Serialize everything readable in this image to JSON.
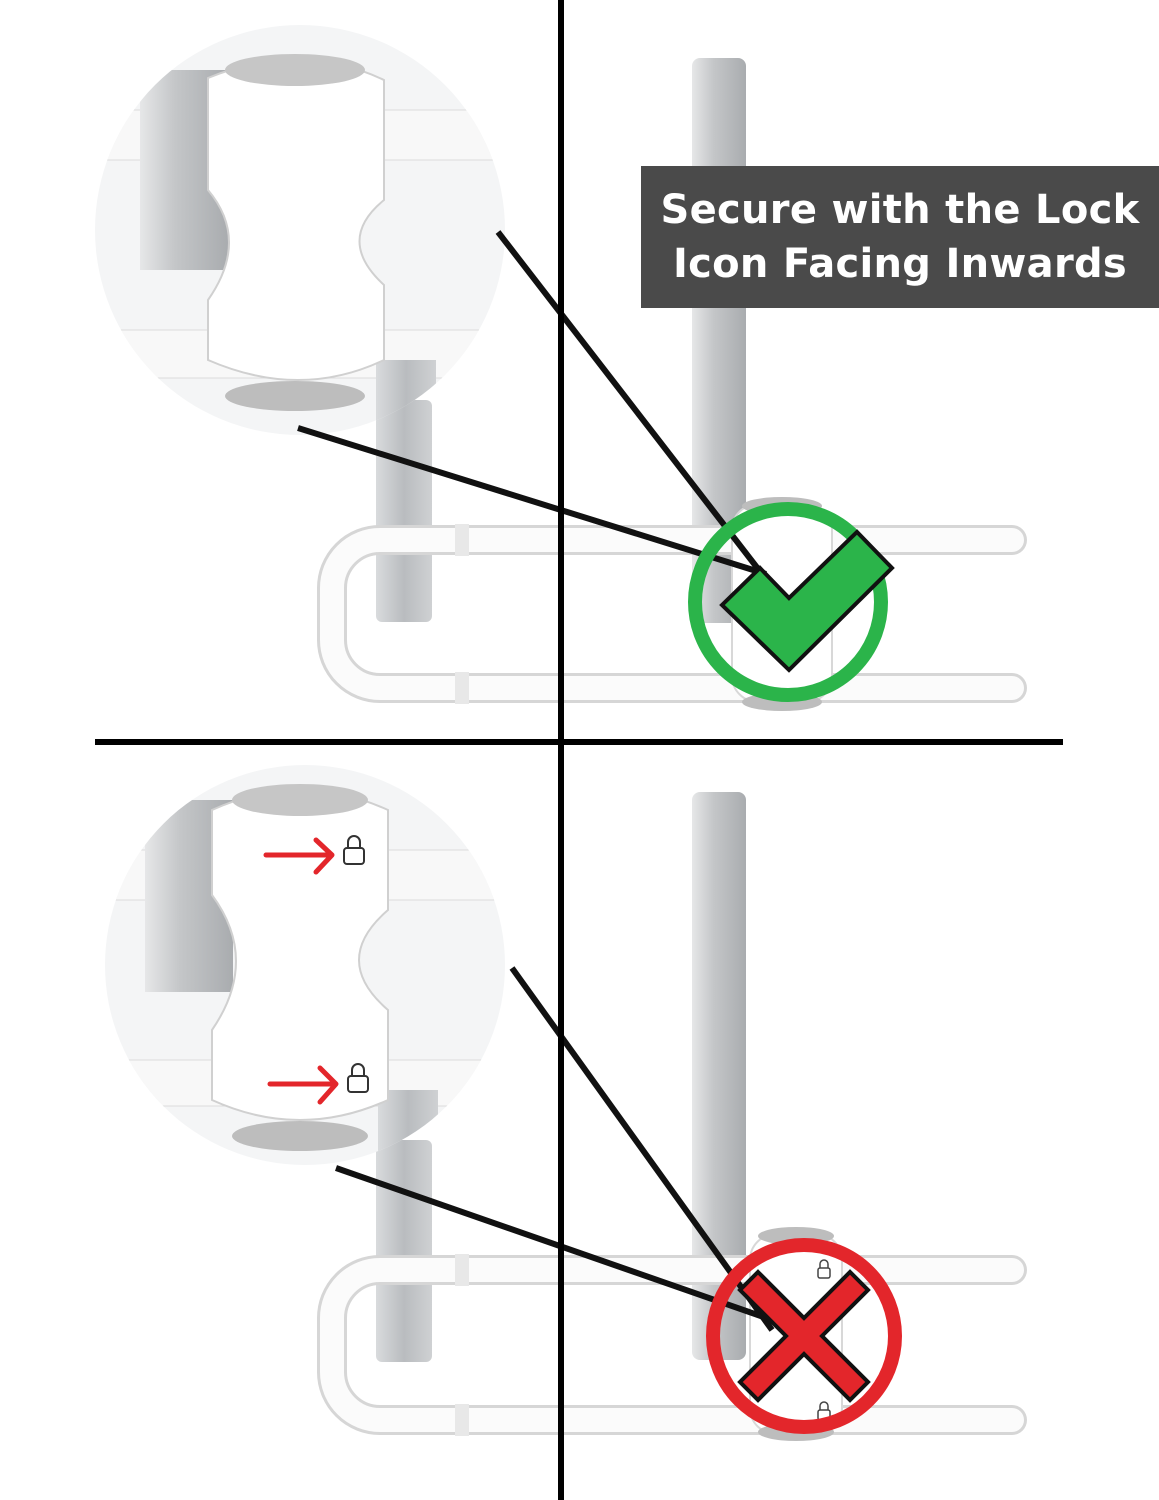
{
  "caption": {
    "line1": "Secure with the Lock",
    "line2": "Icon Facing Inwards"
  },
  "panels": [
    {
      "position": "top",
      "status": "correct",
      "marker_icon": "check-mark-icon",
      "marker_color": "#2bb44a"
    },
    {
      "position": "bottom",
      "status": "incorrect",
      "marker_icon": "x-mark-icon",
      "marker_color": "#e3262b"
    }
  ],
  "colors": {
    "background": "#ffffff",
    "divider": "#000000",
    "caption_background": "#4a4a4a",
    "caption_text": "#ffffff",
    "cabinet_handle": "#c2c4c6",
    "lock_body": "#ffffff",
    "arrow": "#e3262b"
  }
}
